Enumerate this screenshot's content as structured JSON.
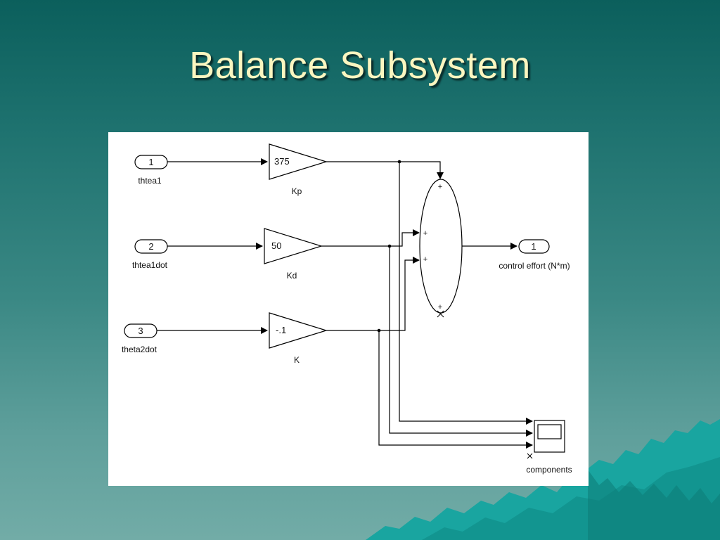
{
  "slide": {
    "title": "Balance Subsystem"
  },
  "diagram": {
    "inports": [
      {
        "number": "1",
        "label": "thtea1"
      },
      {
        "number": "2",
        "label": "thtea1dot"
      },
      {
        "number": "3",
        "label": "theta2dot"
      }
    ],
    "gains": [
      {
        "value": "375",
        "label": "Kp"
      },
      {
        "value": "50",
        "label": "Kd"
      },
      {
        "value": "-.1",
        "label": "K"
      }
    ],
    "sum_signs": [
      "+",
      "+",
      "+",
      "+"
    ],
    "outport": {
      "number": "1",
      "label": "control effort (N*m)"
    },
    "scope": {
      "label": "components"
    }
  },
  "colors": {
    "title_text": "#fbf6c0",
    "background_top": "#0b5f5c",
    "background_bottom": "#72aca7",
    "mountains": "#19a5a0"
  }
}
